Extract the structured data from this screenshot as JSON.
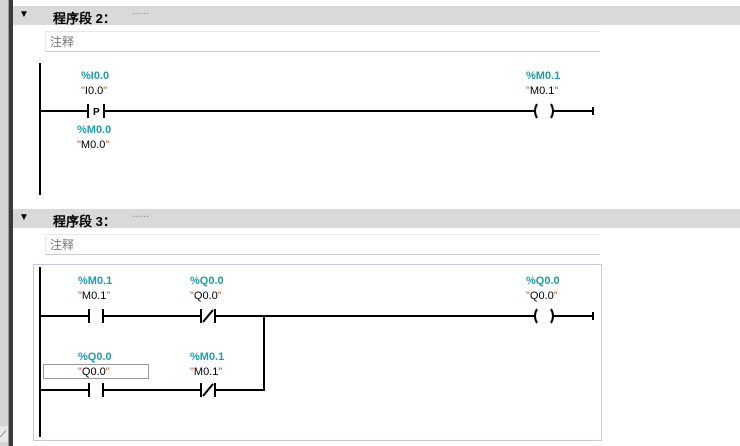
{
  "networks": [
    {
      "title": "程序段 2：",
      "dots": "......",
      "comment": "注释",
      "contacts": [
        {
          "addr": "%I0.0",
          "sym": "I0.0",
          "type": "P"
        },
        {
          "addr": "%M0.0",
          "sym": "M0.0"
        }
      ],
      "coil": {
        "addr": "%M0.1",
        "sym": "M0.1"
      }
    },
    {
      "title": "程序段 3：",
      "dots": "......",
      "comment": "注释",
      "contacts": [
        {
          "addr": "%M0.1",
          "sym": "M0.1",
          "type": "NO"
        },
        {
          "addr": "%Q0.0",
          "sym": "Q0.0",
          "type": "NC"
        },
        {
          "addr": "%Q0.0",
          "sym": "Q0.0",
          "type": "NO"
        },
        {
          "addr": "%M0.1",
          "sym": "M0.1",
          "type": "NC"
        }
      ],
      "coil": {
        "addr": "%Q0.0",
        "sym": "Q0.0"
      }
    }
  ],
  "quote": "\"",
  "colors": {
    "address": "#1a9fa8",
    "quote": "#c0501a",
    "header": "#d9d9d9"
  }
}
